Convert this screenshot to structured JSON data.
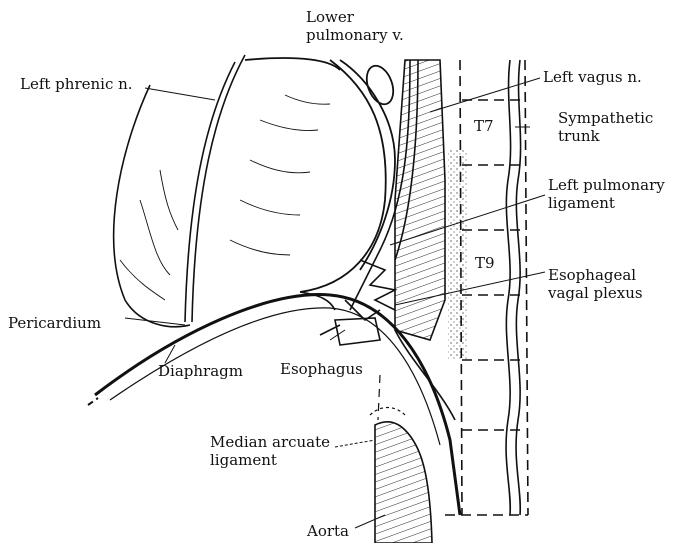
{
  "labels": {
    "lower_pulmonary_v": [
      "Lower",
      "pulmonary v."
    ],
    "left_phrenic_n": "Left phrenic n.",
    "left_vagus_n": "Left vagus n.",
    "sympathetic_trunk": [
      "Sympathetic",
      "trunk"
    ],
    "t7": "T7",
    "left_pulmonary_ligament": [
      "Left pulmonary",
      "ligament"
    ],
    "t9": "T9",
    "esophageal_vagal_plexus": [
      "Esophageal",
      "vagal plexus"
    ],
    "pericardium": "Pericardium",
    "diaphragm": "Diaphragm",
    "esophagus": "Esophagus",
    "median_arcuate_ligament": [
      "Median arcuate",
      "ligament"
    ],
    "aorta": "Aorta"
  },
  "colors": {
    "ink": "#111111",
    "background": "#ffffff"
  }
}
